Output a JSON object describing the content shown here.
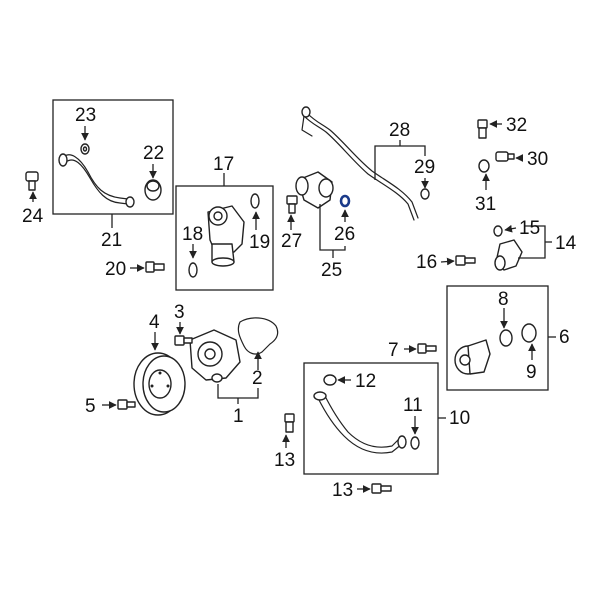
{
  "callouts": {
    "c1": "1",
    "c2": "2",
    "c3": "3",
    "c4": "4",
    "c5": "5",
    "c6": "6",
    "c7": "7",
    "c8": "8",
    "c9": "9",
    "c10": "10",
    "c11": "11",
    "c12": "12",
    "c13a": "13",
    "c13b": "13",
    "c14": "14",
    "c15": "15",
    "c16": "16",
    "c17": "17",
    "c18": "18",
    "c19": "19",
    "c20": "20",
    "c21": "21",
    "c22": "22",
    "c23": "23",
    "c24": "24",
    "c25": "25",
    "c26": "26",
    "c27": "27",
    "c28": "28",
    "c29": "29",
    "c30": "30",
    "c31": "31",
    "c32": "32"
  },
  "highlighted_part": "26",
  "colors": {
    "highlight": "#1a3a8a",
    "line": "#222222",
    "background": "#ffffff"
  }
}
